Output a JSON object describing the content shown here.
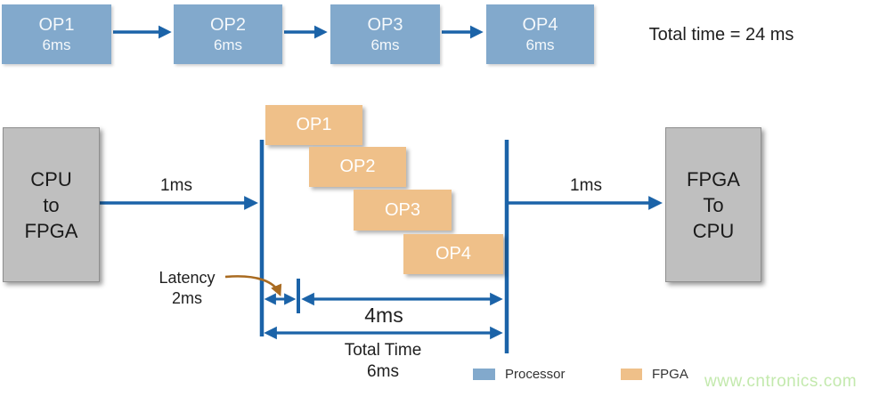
{
  "colors": {
    "processor_blue": "#82a9cc",
    "fpga_orange": "#efc089",
    "arrow_blue": "#1b63a8",
    "box_gray": "#bfbfbf",
    "latency_brown": "#a96b21",
    "watermark_green": "#c3e9ad"
  },
  "sequential": {
    "ops": [
      {
        "label": "OP1",
        "time": "6ms"
      },
      {
        "label": "OP2",
        "time": "6ms"
      },
      {
        "label": "OP3",
        "time": "6ms"
      },
      {
        "label": "OP4",
        "time": "6ms"
      }
    ],
    "total_label": "Total time = 24 ms"
  },
  "pipeline": {
    "cpu_to_fpga": "CPU\nto\nFPGA",
    "fpga_to_cpu": "FPGA\nTo\nCPU",
    "transfer_in": "1ms",
    "transfer_out": "1ms",
    "ops": [
      "OP1",
      "OP2",
      "OP3",
      "OP4"
    ],
    "latency_label": "Latency\n2ms",
    "span_label": "4ms",
    "total_label": "Total Time\n6ms"
  },
  "legend": {
    "processor": "Processor",
    "fpga": "FPGA"
  },
  "watermark": "www.cntronics.com"
}
